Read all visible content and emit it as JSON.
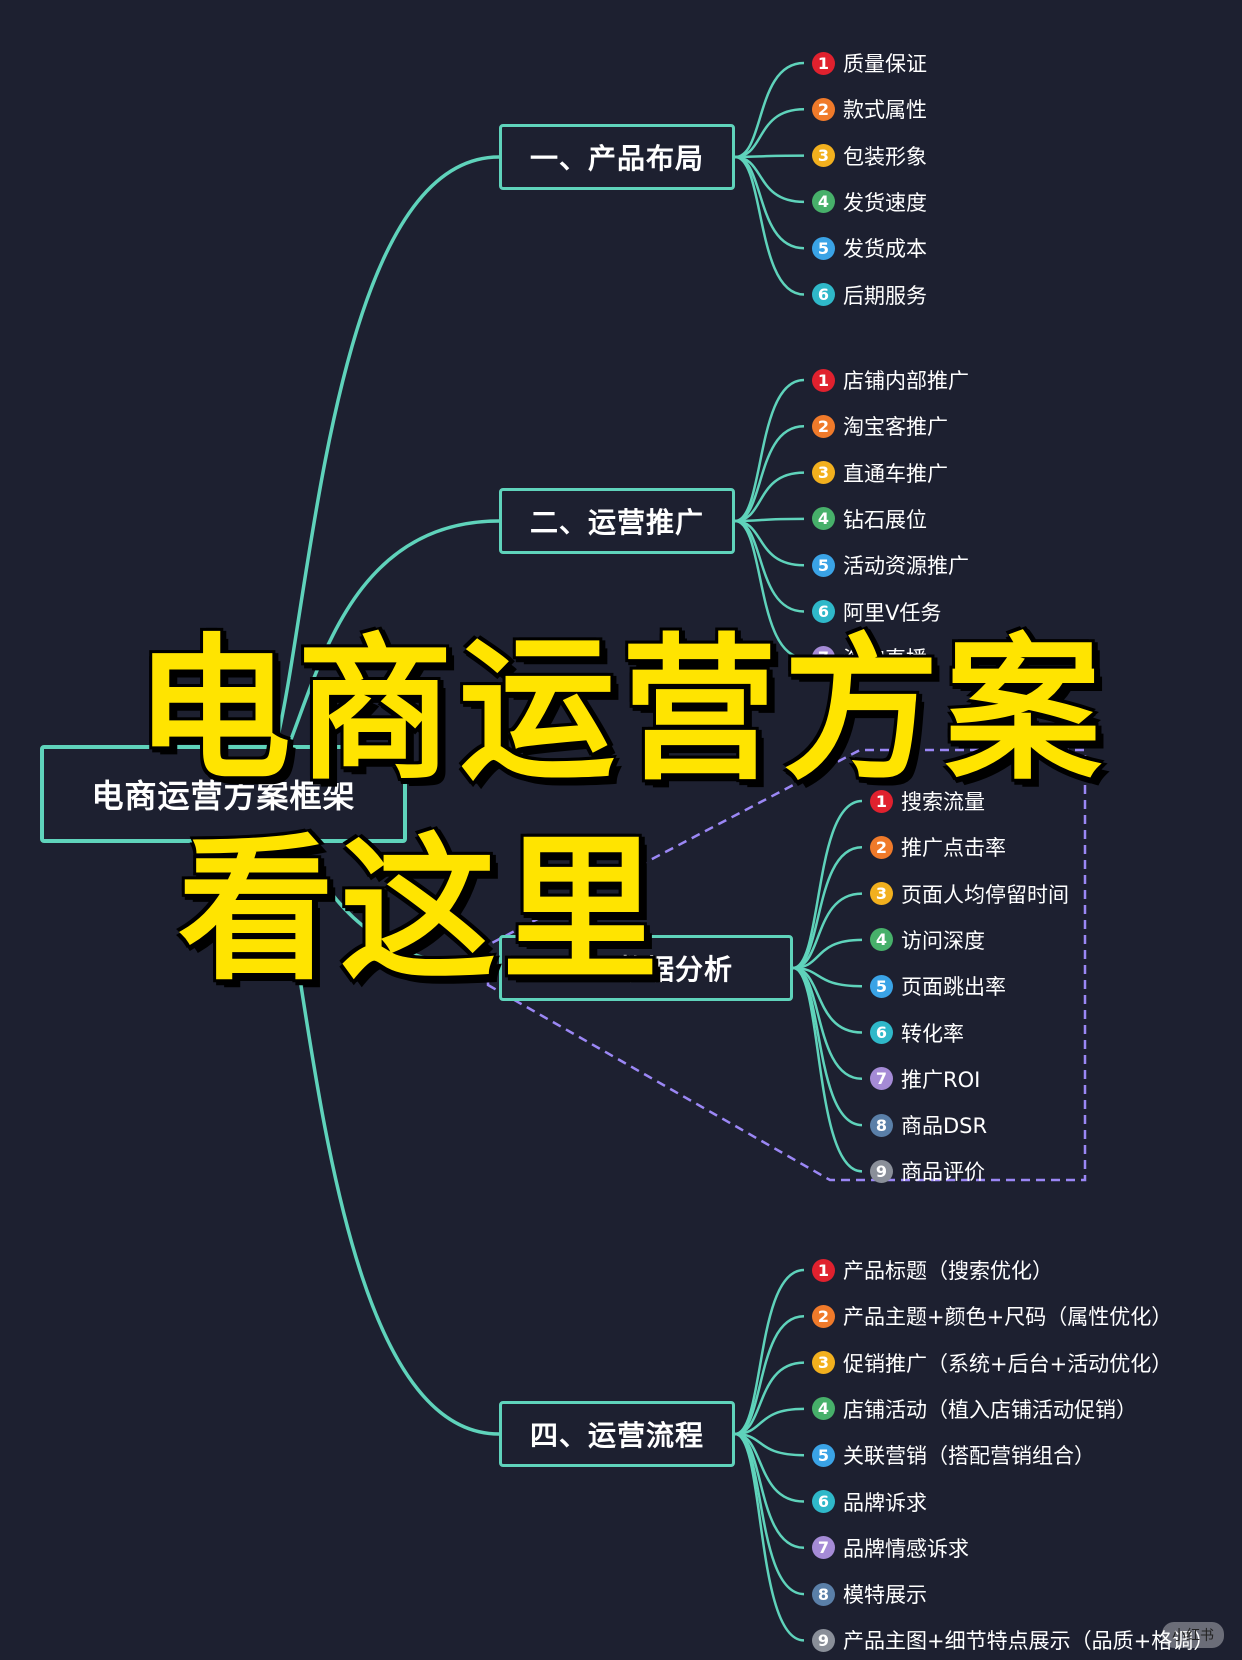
{
  "root": {
    "label": "电商运营方案框架"
  },
  "branches": [
    {
      "label": "一、产品布局",
      "items": [
        "质量保证",
        "款式属性",
        "包装形象",
        "发货速度",
        "发货成本",
        "后期服务"
      ]
    },
    {
      "label": "二、运营推广",
      "items": [
        "店铺内部推广",
        "淘宝客推广",
        "直通车推广",
        "钻石展位",
        "活动资源推广",
        "阿里V任务",
        "淘宝直播"
      ]
    },
    {
      "label": "三、数据分析",
      "items": [
        "搜索流量",
        "推广点击率",
        "页面人均停留时间",
        "访问深度",
        "页面跳出率",
        "转化率",
        "推广ROI",
        "商品DSR",
        "商品评价"
      ]
    },
    {
      "label": "四、运营流程",
      "items": [
        "产品标题（搜索优化）",
        "产品主题+颜色+尺码（属性优化）",
        "促销推广（系统+后台+活动优化）",
        "店铺活动（植入店铺活动促销）",
        "关联营销（搭配营销组合）",
        "品牌诉求",
        "品牌情感诉求",
        "模特展示",
        "产品主图+细节特点展示（品质+格调）"
      ]
    }
  ],
  "overlay": {
    "line1": "电商运营方案",
    "line2": "看这里"
  },
  "badge_colors": [
    "#e0212e",
    "#f07a2a",
    "#f2b01e",
    "#47b06a",
    "#3aa3e6",
    "#2fb8c9",
    "#a58bd6",
    "#5a7fa8",
    "#8a8f99"
  ],
  "line_color": "#5fd3bb",
  "highlight_color": "#9b87f5",
  "watermark": "小红书"
}
